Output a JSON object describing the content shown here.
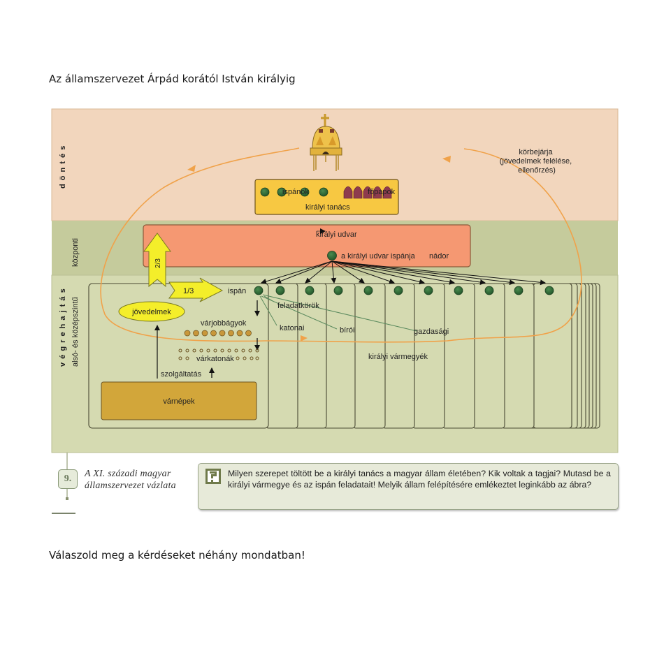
{
  "page": {
    "heading": "Az államszervezet Árpád korától István királyig",
    "instruction": "Válaszold meg a kérdéseket néhány mondatban!"
  },
  "diagram": {
    "bands": {
      "decision": "d ö n t é s",
      "execution": "v é g r e h a j t á s",
      "central": "központi",
      "lower": "alsó- és középszintű"
    },
    "crown_icon": "holy-crown-icon",
    "royal_council": {
      "label": "királyi tanács",
      "ispans_label": "ispánok",
      "prelates_label": "főpapok",
      "ispan_count": 4,
      "prelate_count": 5
    },
    "tour_label": [
      "körbejárja",
      "(jövedelmek felélése,",
      "ellenőrzés)"
    ],
    "royal_court": {
      "label": "királyi udvar",
      "palatine_label": "a királyi udvar ispánja",
      "palatine_title": "nádor"
    },
    "income": {
      "label": "jövedelmek",
      "to_court_share": "2/3",
      "to_ispan_share": "1/3",
      "service_label": "szolgáltatás"
    },
    "county": {
      "ispan_label": "ispán",
      "duties_label": "feladatkörök",
      "duties": [
        "katonai",
        "bírói",
        "gazdasági"
      ],
      "castle_serfs_label": "várjobbágyok",
      "castle_warriors_label": "várkatonák",
      "castle_folk_label": "várnépek",
      "counties_label": "királyi vármegyék",
      "county_count": 11,
      "castle_serf_count": 8
    },
    "colors": {
      "decision_bg": "#f2d6bd",
      "central_bg": "#c5cb9c",
      "lower_bg": "#d5dab1",
      "council_fill": "#f7c842",
      "court_fill": "#f59872",
      "castle_folk_fill": "#d2a63a",
      "ispan_dot": "#2f6b36",
      "income_yellow": "#f4ee2a",
      "orange_loop": "#f0a24a"
    }
  },
  "caption": {
    "number": "9.",
    "text": "A XI. századi magyar államszervezet vázlata"
  },
  "question": {
    "icon": "question-mark-icon",
    "text": "Milyen szerepet töltött be a királyi tanács a magyar állam életében? Kik voltak a tagjai? Mutasd be a királyi vármegye és az ispán feladatait! Melyik állam felépítésére emlékeztet leginkább az ábra?"
  }
}
